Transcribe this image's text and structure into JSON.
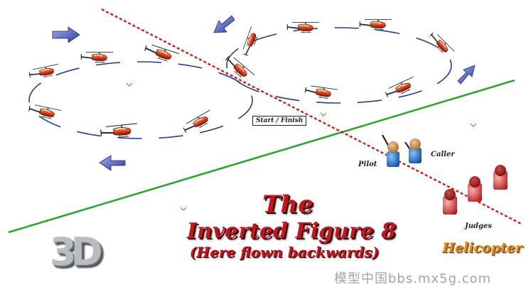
{
  "title": {
    "line1": "The",
    "line2": "Inverted Figure 8",
    "line3": "(Here flown backwards)"
  },
  "labels": {
    "start_finish": "Start / Finish",
    "pilot": "Pilot",
    "caller": "Caller",
    "judges": "Judges"
  },
  "logos": {
    "logo_3d": "3D",
    "helicopter": "Helicopter"
  },
  "watermark": "模型中国bbs.mx5g.com",
  "colors": {
    "title_red": "#c8141e",
    "flight_path_blue": "#2a3c8c",
    "flight_line_green": "#2fa52f",
    "center_line_red": "#d81818",
    "pilot_blue": "#1f6fc0",
    "judge_red": "#e03a3a",
    "arrow_blue": "#4a5fb8"
  }
}
